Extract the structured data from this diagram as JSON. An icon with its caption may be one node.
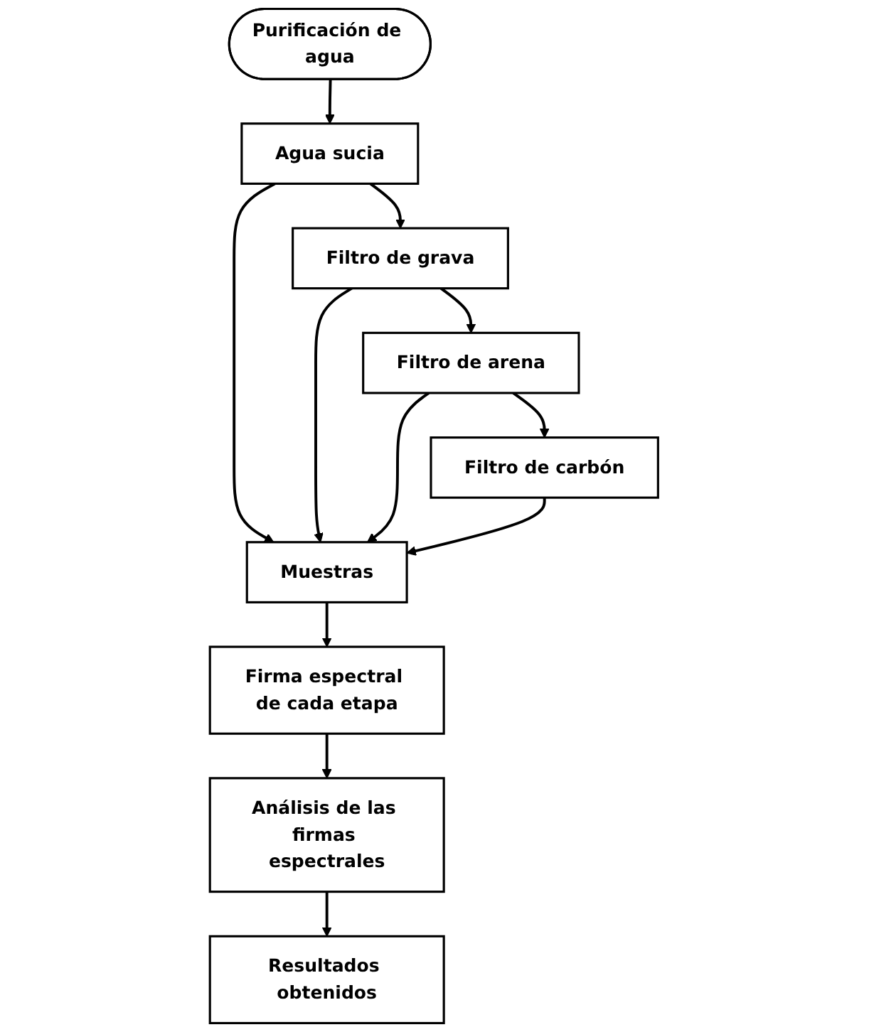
{
  "diagram": {
    "nodes": [
      {
        "text": [
          "Purificación de agua"
        ]
      },
      {
        "text": [
          "Agua sucia"
        ]
      },
      {
        "text": [
          "Filtro de grava"
        ]
      },
      {
        "text": [
          "Filtro de arena"
        ]
      },
      {
        "text": [
          "Filtro de carbón"
        ]
      },
      {
        "text": [
          "Muestras"
        ]
      },
      {
        "text": [
          "Firma espectral de cada etapa"
        ]
      },
      {
        "text": [
          "Análisis de las firmas espectrales"
        ]
      },
      {
        "text": [
          "Resultados obtenidos"
        ]
      }
    ],
    "edges": [
      {
        "from": 0,
        "to": 1,
        "arrow": "to"
      },
      {
        "from": 1,
        "to": 2,
        "arrow": "to"
      },
      {
        "from": 2,
        "to": 3,
        "arrow": "to"
      },
      {
        "from": 3,
        "to": 4,
        "arrow": "to"
      },
      {
        "from": 1,
        "to": 5,
        "arrow": "to"
      },
      {
        "from": 2,
        "to": 5,
        "arrow": "to"
      },
      {
        "from": 3,
        "to": 5,
        "arrow": "to"
      },
      {
        "from": 4,
        "to": 5,
        "arrow": "to"
      },
      {
        "from": 5,
        "to": 6,
        "arrow": "to"
      },
      {
        "from": 6,
        "to": 7,
        "arrow": "to"
      },
      {
        "from": 7,
        "to": 8,
        "arrow": "to"
      }
    ]
  }
}
